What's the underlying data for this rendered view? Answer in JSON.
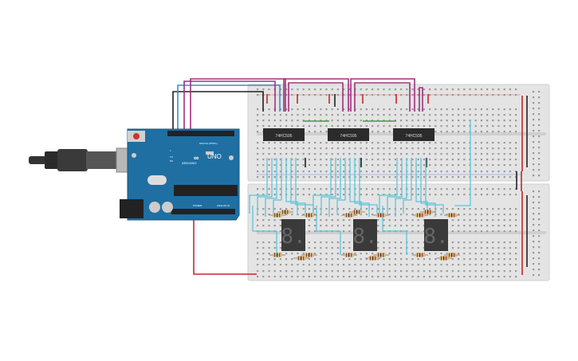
{
  "circuit": {
    "arduino": {
      "brand": "ARDUINO",
      "model": "UNO",
      "digital_label": "DIGITAL (PWM~)",
      "power_label": "POWER",
      "analog_label": "ANALOG IN",
      "tx_label": "TX",
      "rx_label": "RX",
      "l_label": "L"
    },
    "chips": [
      "74HC595",
      "74HC595",
      "74HC595"
    ],
    "displays": [
      "8.",
      "8.",
      "8."
    ],
    "colors": {
      "wire_magenta": "#a0307e",
      "wire_blue": "#3a8fcf",
      "wire_cyan": "#5cc4d9",
      "wire_black": "#222222",
      "wire_red": "#c9252b",
      "wire_green": "#3aa33a",
      "board_blue": "#1f6fa3",
      "breadboard": "#e6e6e6"
    }
  }
}
